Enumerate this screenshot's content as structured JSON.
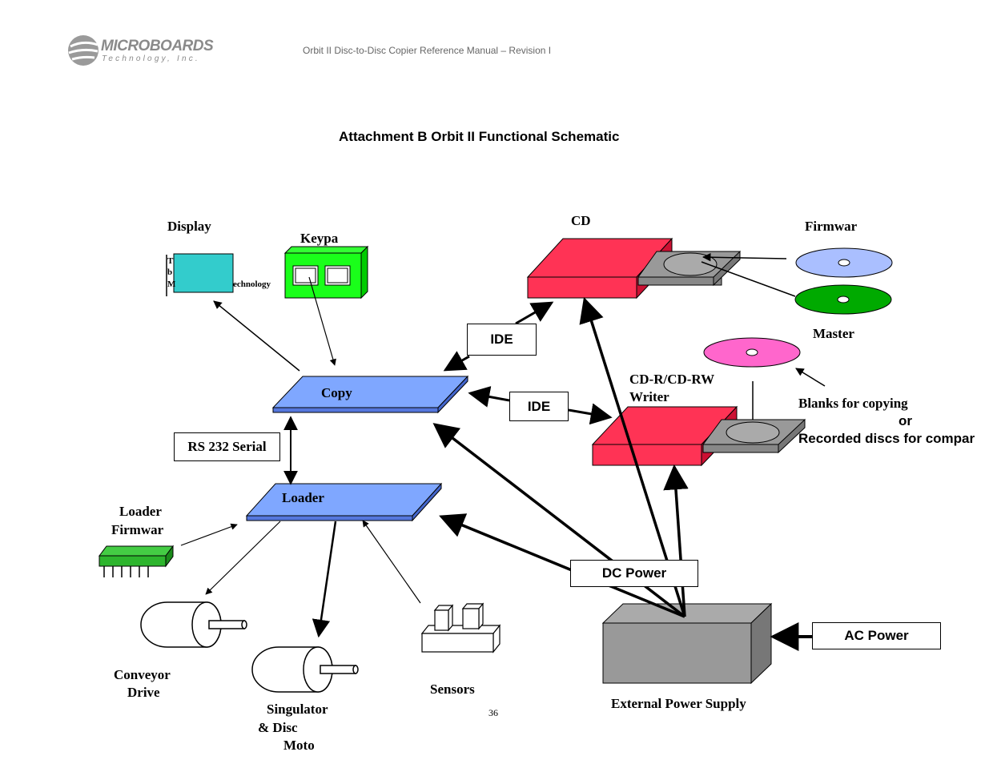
{
  "header": {
    "logo_name": "MICROBOARDS",
    "logo_sub": "Technology, Inc.",
    "doc_title": "Orbit II Disc-to-Disc Copier Reference Manual – Revision I"
  },
  "title": "Attachment B Orbit II Functional Schematic",
  "labels": {
    "display": "Display",
    "display_text_1": "T",
    "display_text_2": "b",
    "display_text_3": "M",
    "display_text_4": "echnology",
    "keypad": "Keypa",
    "cd": "CD",
    "firmware": "Firmwar",
    "master": "Master",
    "ide_top": "IDE",
    "ide_mid": "IDE",
    "copy": "Copy",
    "cdr_writer_1": "CD-R/CD-RW",
    "cdr_writer_2": "Writer",
    "blanks_1": "Blanks for copying",
    "blanks_2": "or",
    "blanks_3": "Recorded discs for compar",
    "rs232": "RS 232 Serial",
    "loader": "Loader",
    "loader_fw_1": "Loader",
    "loader_fw_2": "Firmwar",
    "dc_power": "DC Power",
    "ac_power": "AC Power",
    "conveyor_1": "Conveyor",
    "conveyor_2": "Drive",
    "singulator_1": "Singulator",
    "singulator_2": "& Disc",
    "singulator_3": "Moto",
    "sensors": "Sensors",
    "ext_power": "External Power Supply"
  },
  "page_number": "36",
  "colors": {
    "display": "#33cccc",
    "keypad": "#1aff1a",
    "drive_red": "#ff3355",
    "board_blue": "#7fa7ff",
    "disc_blue": "#aabfff",
    "disc_green": "#00aa00",
    "disc_pink": "#ff66cc",
    "gray": "#999999",
    "chip_green": "#2db52d"
  }
}
